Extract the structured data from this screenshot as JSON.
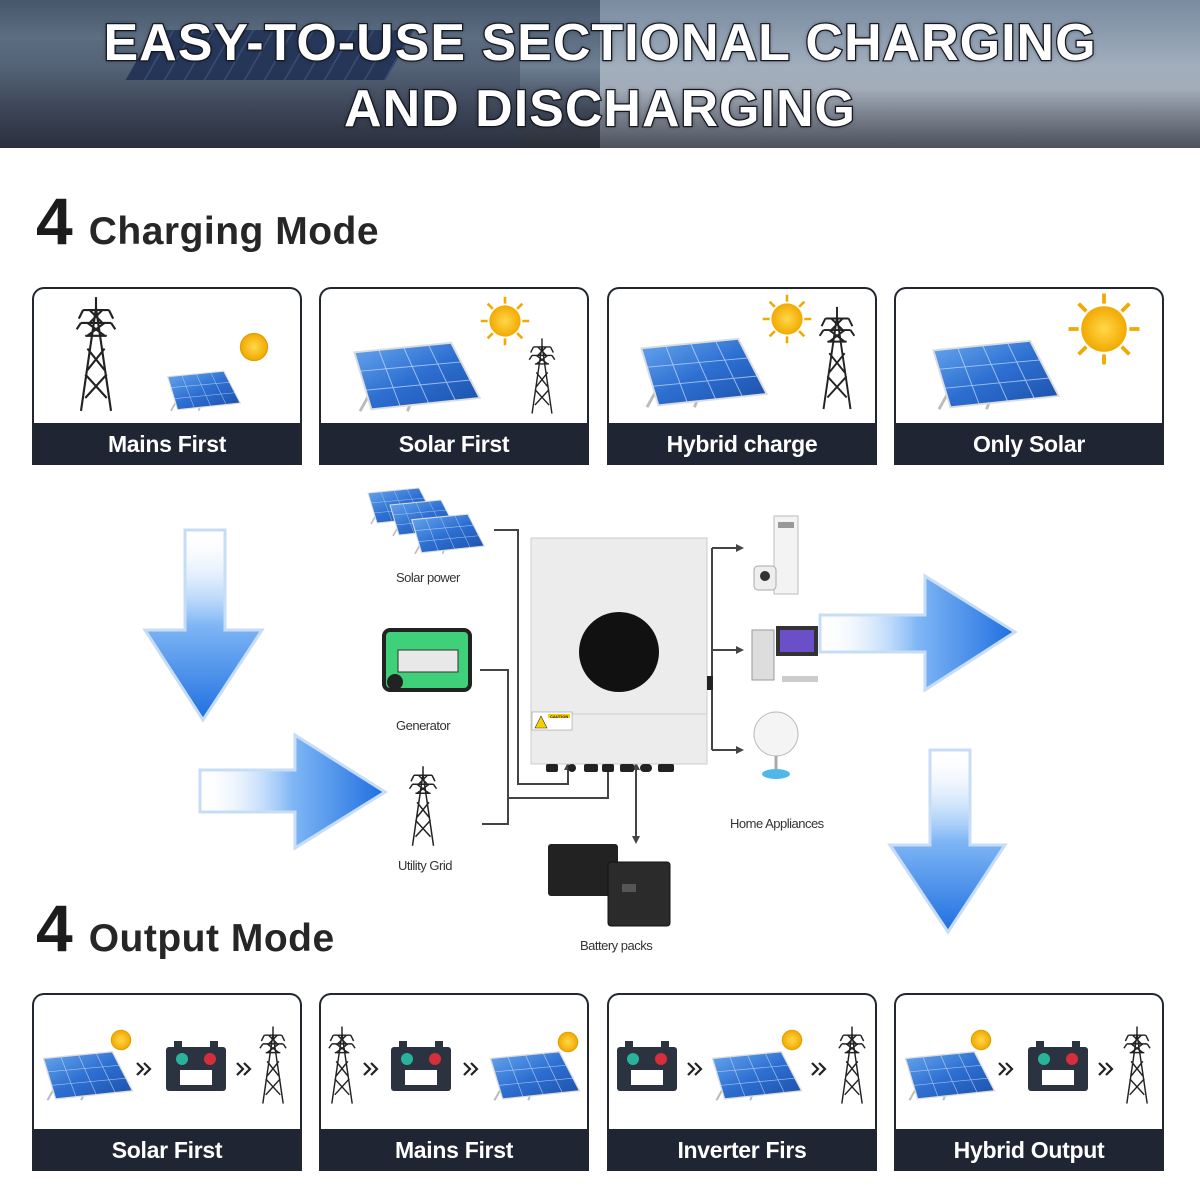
{
  "banner": {
    "title_line1": "EASY-TO-USE SECTIONAL CHARGING",
    "title_line2": "AND DISCHARGING"
  },
  "charging": {
    "number": "4",
    "heading": "Charging Mode",
    "cards": [
      {
        "label": "Mains First"
      },
      {
        "label": "Solar First"
      },
      {
        "label": "Hybrid charge"
      },
      {
        "label": "Only Solar"
      }
    ]
  },
  "diagram": {
    "solar": "Solar power",
    "generator": "Generator",
    "grid": "Utility Grid",
    "battery": "Battery packs",
    "appliances": "Home Appliances",
    "caution": "CAUTION"
  },
  "output": {
    "number": "4",
    "heading": "Output Mode",
    "cards": [
      {
        "label": "Solar First"
      },
      {
        "label": "Mains First"
      },
      {
        "label": "Inverter Firs"
      },
      {
        "label": "Hybrid Output"
      }
    ]
  },
  "colors": {
    "bar": "#1f2533",
    "arrow": "#2f86ea",
    "sun": "#f5b800",
    "panel": "#2d6fd1"
  }
}
